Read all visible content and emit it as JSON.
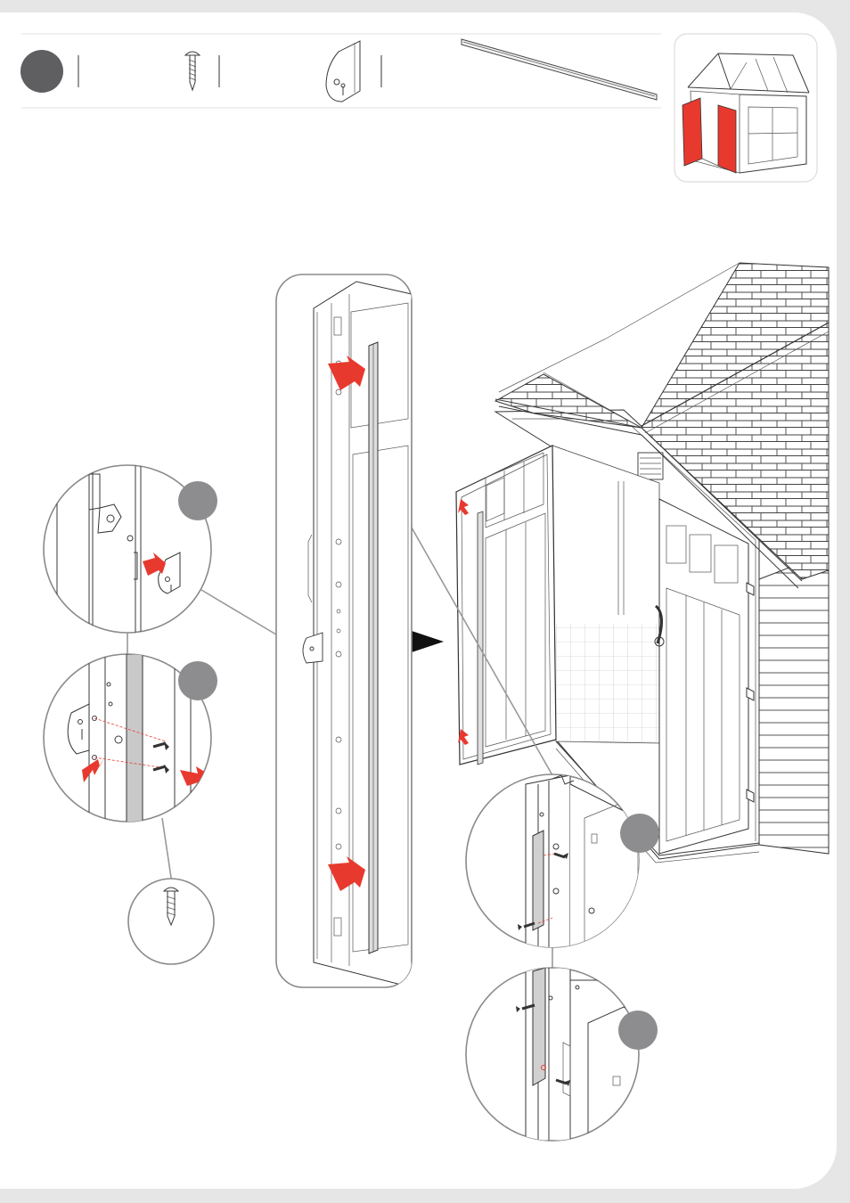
{
  "page": {
    "background": "#e6e6e7",
    "paper": "#ffffff",
    "accent": "#e8392e",
    "callout_color": "#8d8d8f"
  },
  "header": {
    "step_badge": {
      "color": "#5f5f61"
    },
    "parts": [
      {
        "icon": "screw-icon"
      },
      {
        "icon": "hinge-bracket-icon"
      },
      {
        "icon": "metal-strip-icon"
      }
    ],
    "thumbnail": {
      "icon": "shed-thumbnail-icon",
      "highlight": "doors"
    }
  },
  "illustration": {
    "main": "shed-with-open-door",
    "detail_panel": "door-edge-with-metal-strip",
    "details": [
      {
        "name": "hinge-detail"
      },
      {
        "name": "screw-detail"
      },
      {
        "name": "single-screw-detail"
      },
      {
        "name": "strip-top-detail"
      },
      {
        "name": "strip-bottom-detail"
      }
    ]
  }
}
